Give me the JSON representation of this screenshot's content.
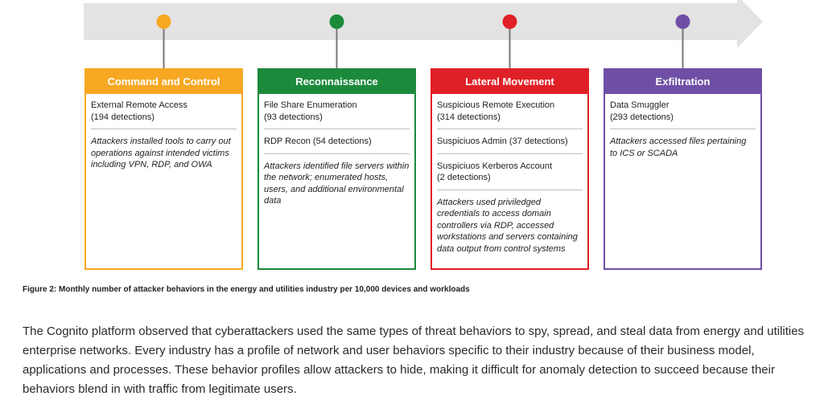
{
  "figure": {
    "stages": [
      {
        "title": "Command and Control",
        "color": "#F7A823",
        "detections": [
          {
            "name": "External Remote Access",
            "count": "(194 detections)"
          }
        ],
        "description": "Attackers installed tools to carry out operations against intended victims including VPN, RDP, and OWA"
      },
      {
        "title": "Reconnaissance",
        "color": "#1C8A3B",
        "detections": [
          {
            "name": "File Share Enumeration",
            "count": "(93 detections)"
          },
          {
            "name": "RDP Recon (54 detections)",
            "count": ""
          }
        ],
        "description": "Attackers identified file servers within the network; enumerated hosts, users, and additional environmental data"
      },
      {
        "title": "Lateral Movement",
        "color": "#E02027",
        "detections": [
          {
            "name": "Suspicious Remote Execution",
            "count": "(314 detections)"
          },
          {
            "name": "Suspiciuos Admin (37 detections)",
            "count": ""
          },
          {
            "name": "Suspiciuos Kerberos Account",
            "count": "(2 detections)"
          }
        ],
        "description": "Attackers used priviledged credentials to access domain controllers via RDP, accessed workstations and servers containing data output from control systems"
      },
      {
        "title": "Exfiltration",
        "color": "#6E4FA5",
        "detections": [
          {
            "name": "Data Smuggler",
            "count": "(293 detections)"
          }
        ],
        "description": "Attackers accessed files pertaining to ICS or SCADA"
      }
    ],
    "arrow_color": "#E3E3E3",
    "connector_color": "#777777"
  },
  "caption": "Figure 2: Monthly number of attacker behaviors in the energy and utilities industry per 10,000 devices and workloads",
  "paragraph": "The Cognito platform observed that cyberattackers used the same types of threat behaviors to spy, spread, and steal data from energy and utilities enterprise networks. Every industry has a profile of network and user behaviors specific to their industry because of their business model, applications and processes. These behavior profiles allow attackers to hide, making it difficult for anomaly detection to succeed because their behaviors blend in with traffic from legitimate users."
}
